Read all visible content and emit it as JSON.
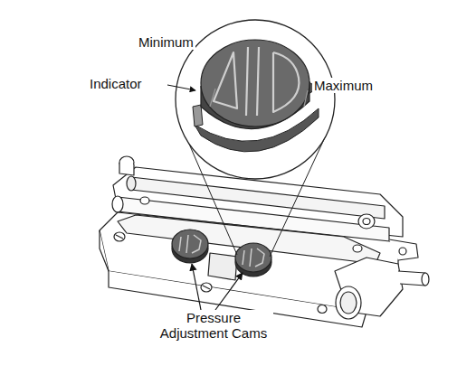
{
  "diagram": {
    "labels": [
      "Minimum",
      "Indicator",
      "Maximum",
      "Pressure Adjustment Cams"
    ]
  }
}
